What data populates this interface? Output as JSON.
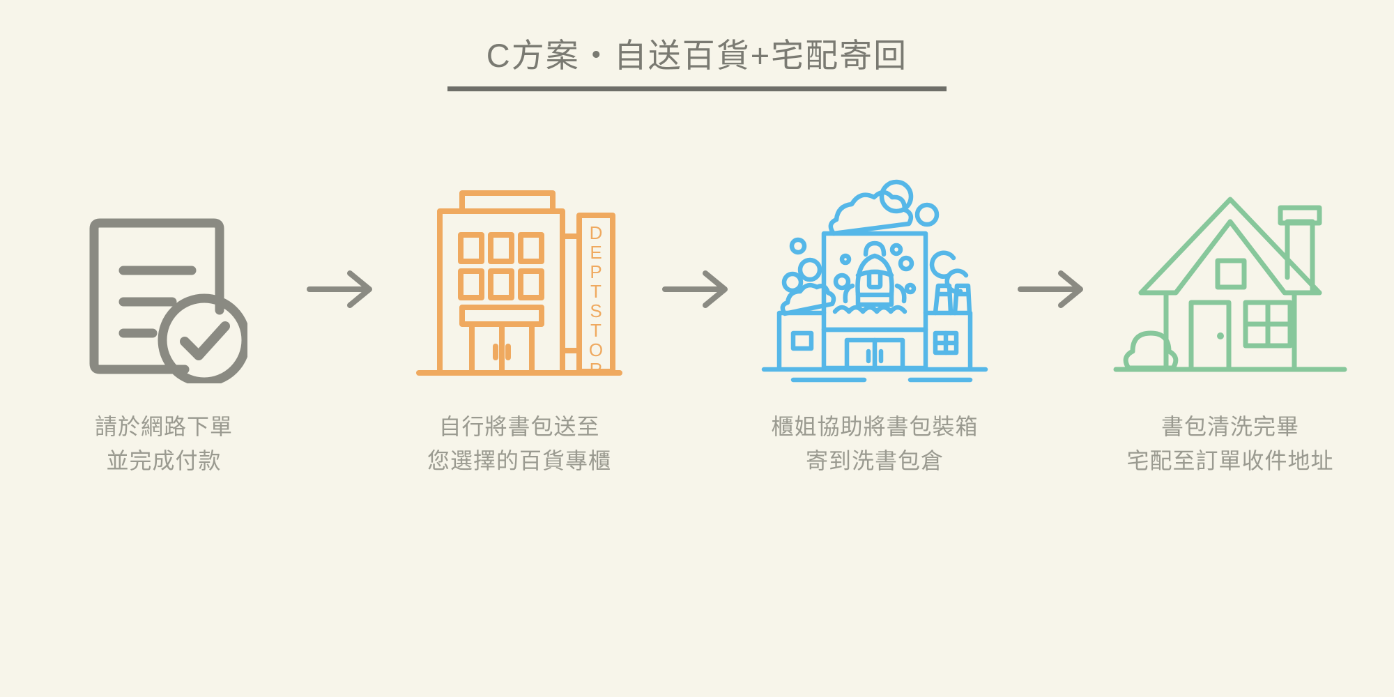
{
  "page": {
    "background_color": "#F7F5EA",
    "title": "C方案・自送百貨+宅配寄回",
    "title_color": "#7A7A72",
    "rule_color": "#6E6E68"
  },
  "arrow": {
    "name": "arrow-right",
    "color": "#8A8A82",
    "count": 3
  },
  "steps": [
    {
      "index": "1",
      "icon": "document-check-icon",
      "color": "#8A8A82",
      "caption_line1": "請於網路下單",
      "caption_line2": "並完成付款"
    },
    {
      "index": "2",
      "icon": "department-store-icon",
      "color": "#EFA95F",
      "sign_text": "DEPTSTOR",
      "caption_line1": "自行將書包送至",
      "caption_line2": "您選擇的百貨專櫃"
    },
    {
      "index": "3",
      "icon": "laundry-factory-backpack-icon",
      "color": "#55B7E8",
      "caption_line1": "櫃姐協助將書包裝箱",
      "caption_line2": "寄到洗書包倉"
    },
    {
      "index": "4",
      "icon": "house-home-icon",
      "color": "#87C79B",
      "caption_line1": "書包清洗完畢",
      "caption_line2": "宅配至訂單收件地址"
    }
  ],
  "caption_color": "#9A9A90"
}
